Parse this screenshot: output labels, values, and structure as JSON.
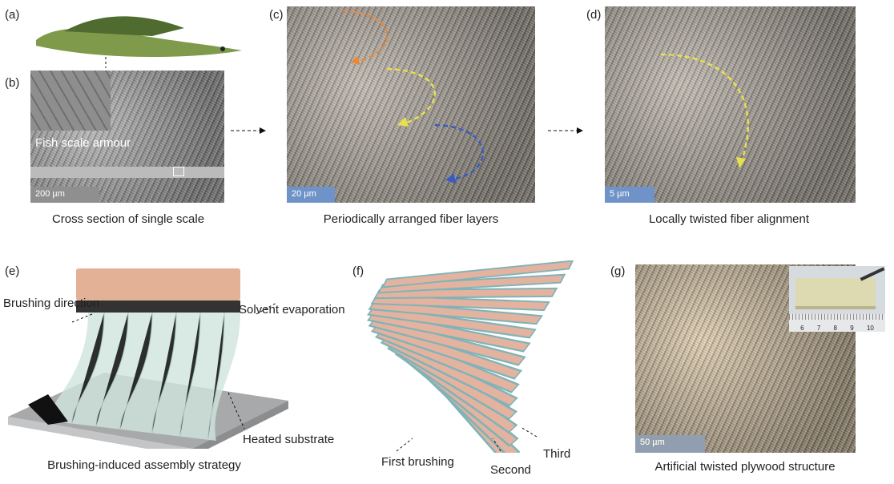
{
  "panels": {
    "a": {
      "label": "(a)"
    },
    "b": {
      "label": "(b)",
      "inset_text": "Fish scale armour",
      "scale_bar": "200 µm",
      "caption": "Cross section of single scale"
    },
    "c": {
      "label": "(c)",
      "scale_bar": "20 µm",
      "caption": "Periodically arranged fiber layers"
    },
    "d": {
      "label": "(d)",
      "scale_bar": "5 µm",
      "caption": "Locally twisted fiber alignment"
    },
    "e": {
      "label": "(e)",
      "annotations": {
        "brushing_direction": "Brushing direction",
        "solvent": "Solvent evaporation",
        "substrate": "Heated substrate"
      },
      "caption": "Brushing-induced assembly strategy"
    },
    "f": {
      "label": "(f)",
      "annotations": {
        "first": "First brushing",
        "second": "Second",
        "third": "Third"
      }
    },
    "g": {
      "label": "(g)",
      "scale_bar": "50 µm",
      "caption": "Artificial twisted plywood structure",
      "ruler_ticks": [
        "6",
        "7",
        "8",
        "9",
        "10"
      ]
    }
  },
  "colors": {
    "orange_arrow": "#e8893a",
    "yellow_arrow": "#e8e04a",
    "blue_arrow": "#3a5cc0",
    "scale_bar": "#6f93c9",
    "fiber_pink": "#e3b3a0",
    "fiber_teal": "#7fb3b8"
  }
}
